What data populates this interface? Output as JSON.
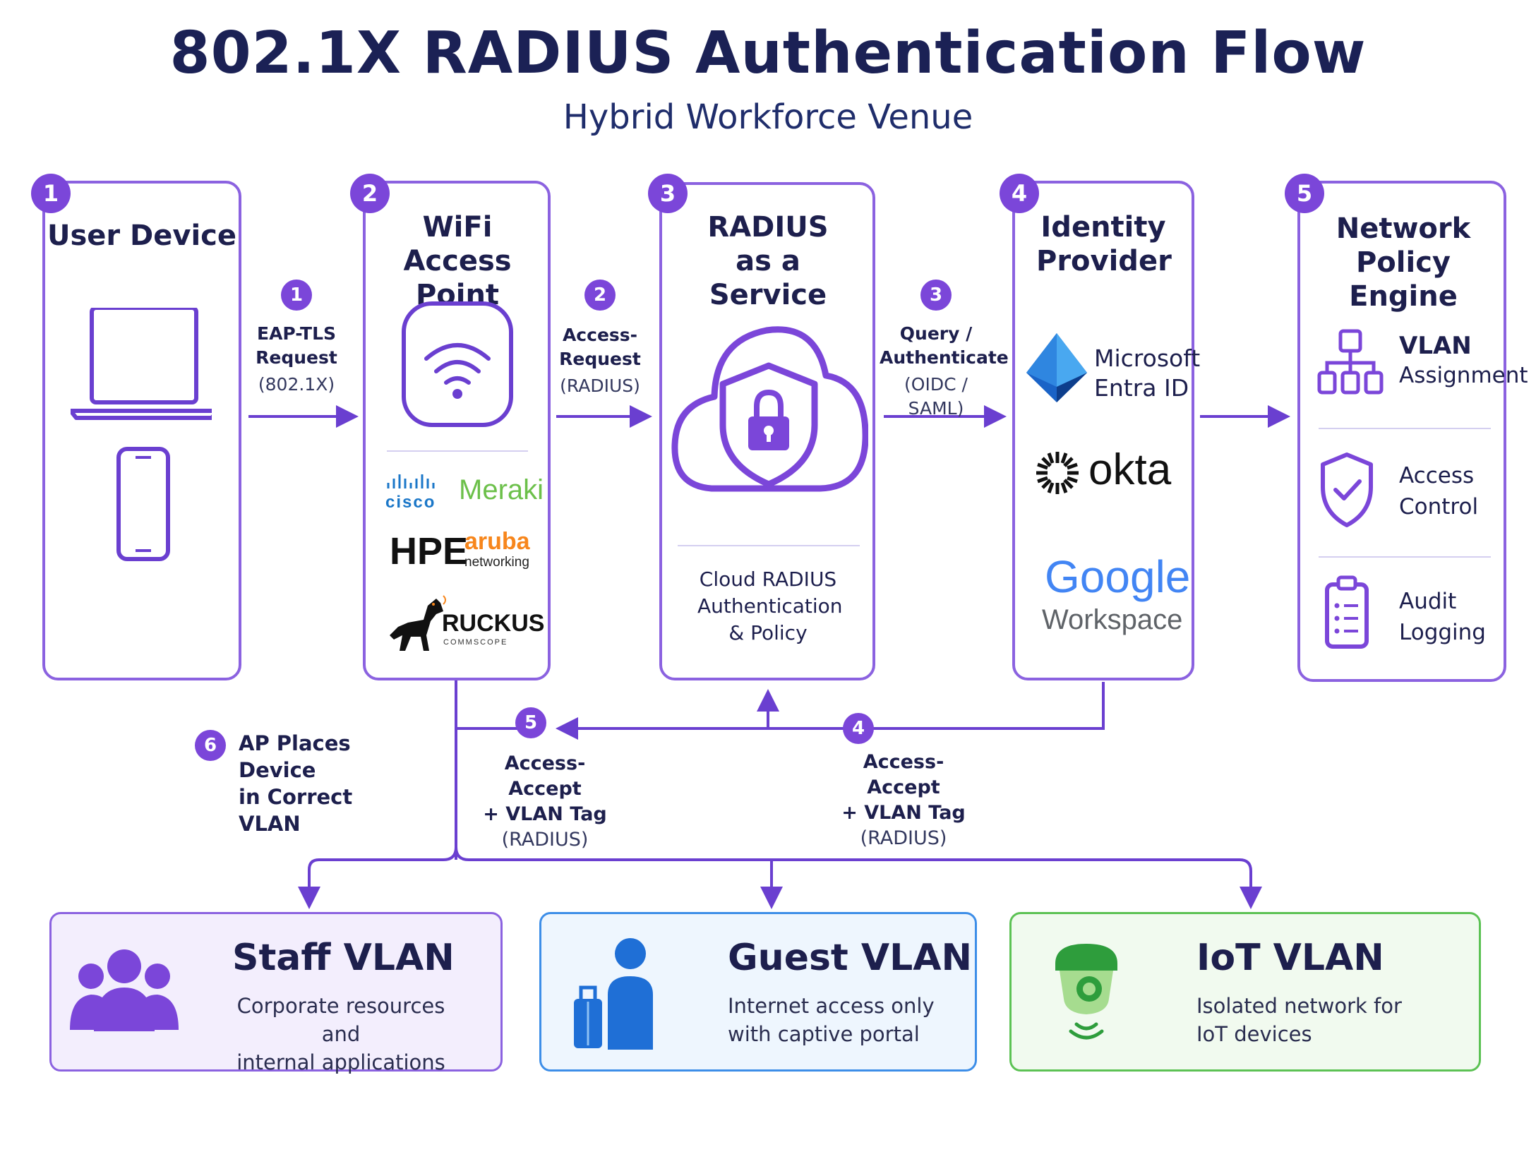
{
  "title": "802.1X RADIUS Authentication Flow",
  "subtitle": "Hybrid Workforce Venue",
  "steps": [
    {
      "num": "1",
      "title": "User Device"
    },
    {
      "num": "2",
      "title": "WiFi Access Point"
    },
    {
      "num": "3",
      "title": "RADIUS as a Service",
      "caption": "Cloud RADIUS Authentication & Policy"
    },
    {
      "num": "4",
      "title": "Identity Provider"
    },
    {
      "num": "5",
      "title": "Network Policy Engine"
    }
  ],
  "vendors": {
    "cisco": "cisco",
    "meraki": "Meraki",
    "hpe": "HPE",
    "aruba": "aruba",
    "aruba_sub": "networking",
    "ruckus": "RUCKUS",
    "ruckus_sub": "COMMSCOPE"
  },
  "idps": {
    "microsoft_line1": "Microsoft",
    "microsoft_line2": "Entra ID",
    "okta": "okta",
    "google": "Google",
    "workspace": "Workspace"
  },
  "policies": [
    {
      "line1": "VLAN",
      "line2": "Assignment",
      "icon": "hierarchy-icon"
    },
    {
      "line1": "Access",
      "line2": "Control",
      "icon": "shield-check-icon"
    },
    {
      "line1": "Audit",
      "line2": "Logging",
      "icon": "clipboard-icon"
    }
  ],
  "flows": [
    {
      "num": "1",
      "line1": "EAP-TLS",
      "line2": "Request",
      "line3": "(802.1X)"
    },
    {
      "num": "2",
      "line1": "Access-",
      "line2": "Request",
      "line3": "(RADIUS)"
    },
    {
      "num": "3",
      "line1": "Query /",
      "line2": "Authenticate",
      "line3": "(OIDC / SAML)"
    },
    {
      "num": "4",
      "line1": "Access-Accept",
      "line2": "+ VLAN Tag",
      "line3": "(RADIUS)"
    },
    {
      "num": "5",
      "line1": "Access-Accept",
      "line2": "+ VLAN Tag",
      "line3": "(RADIUS)"
    },
    {
      "num": "6",
      "line1": "AP Places Device",
      "line2": "in Correct VLAN"
    }
  ],
  "vlans": [
    {
      "title": "Staff VLAN",
      "line1": "Corporate resources and",
      "line2": "internal applications",
      "color": "#8b62e0",
      "bg": "#f3eefd"
    },
    {
      "title": "Guest VLAN",
      "line1": "Internet access only",
      "line2": "with captive portal",
      "color": "#3d8ee8",
      "bg": "#eef6fe"
    },
    {
      "title": "IoT VLAN",
      "line1": "Isolated network for",
      "line2": "IoT devices",
      "color": "#5cc254",
      "bg": "#f1faef"
    }
  ],
  "colors": {
    "accent": "#7b46d9",
    "title": "#1b2155"
  }
}
